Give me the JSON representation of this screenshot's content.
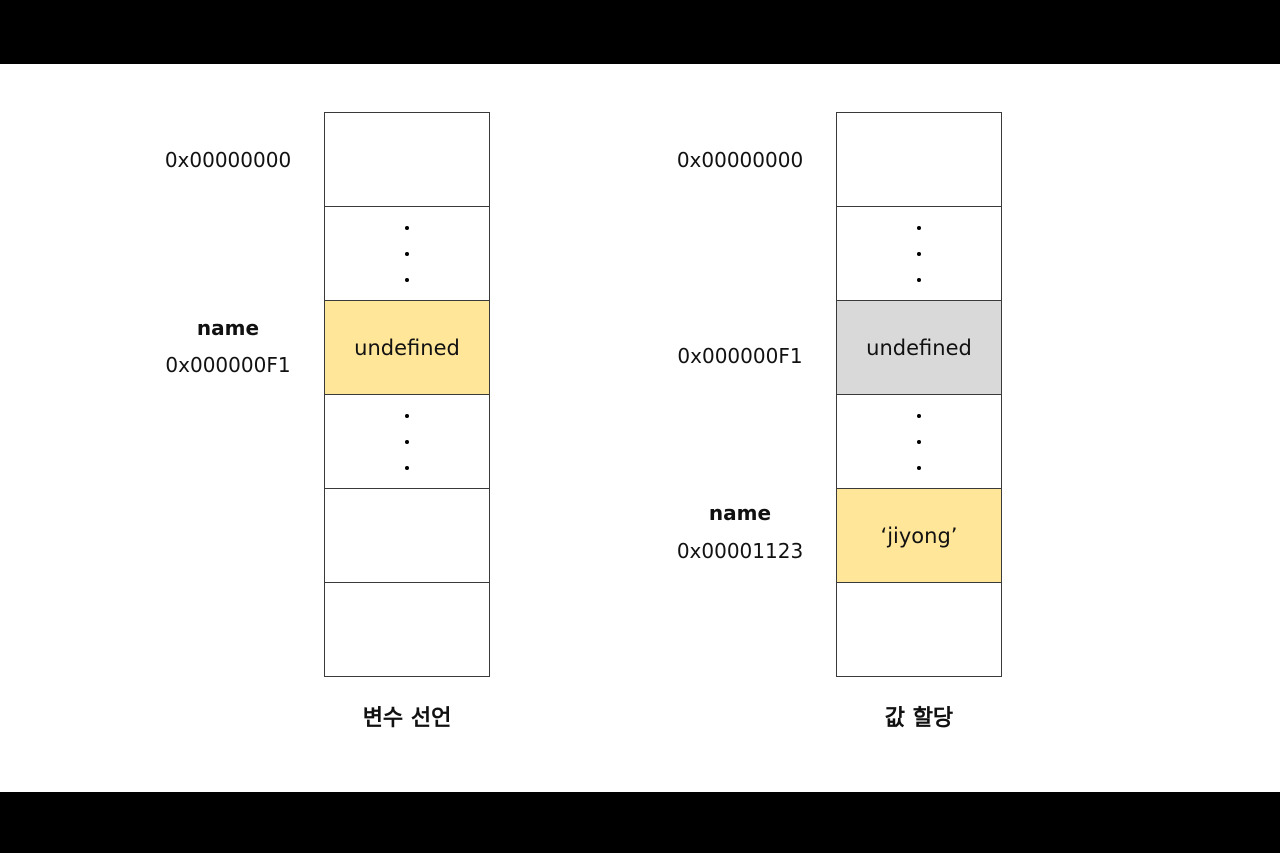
{
  "colors": {
    "highlight_yellow": "#ffe699",
    "highlight_gray": "#d9d9d9",
    "frame": "#000000",
    "background": "#ffffff"
  },
  "left": {
    "caption": "변수 선언",
    "address_top": "0x00000000",
    "name_label": "name",
    "address_name": "0x000000F1",
    "cell_value": "undefined"
  },
  "right": {
    "caption": "값 할당",
    "address_top": "0x00000000",
    "address_old": "0x000000F1",
    "old_value": "undefined",
    "name_label": "name",
    "address_name": "0x00001123",
    "cell_value": "‘jiyong’"
  }
}
